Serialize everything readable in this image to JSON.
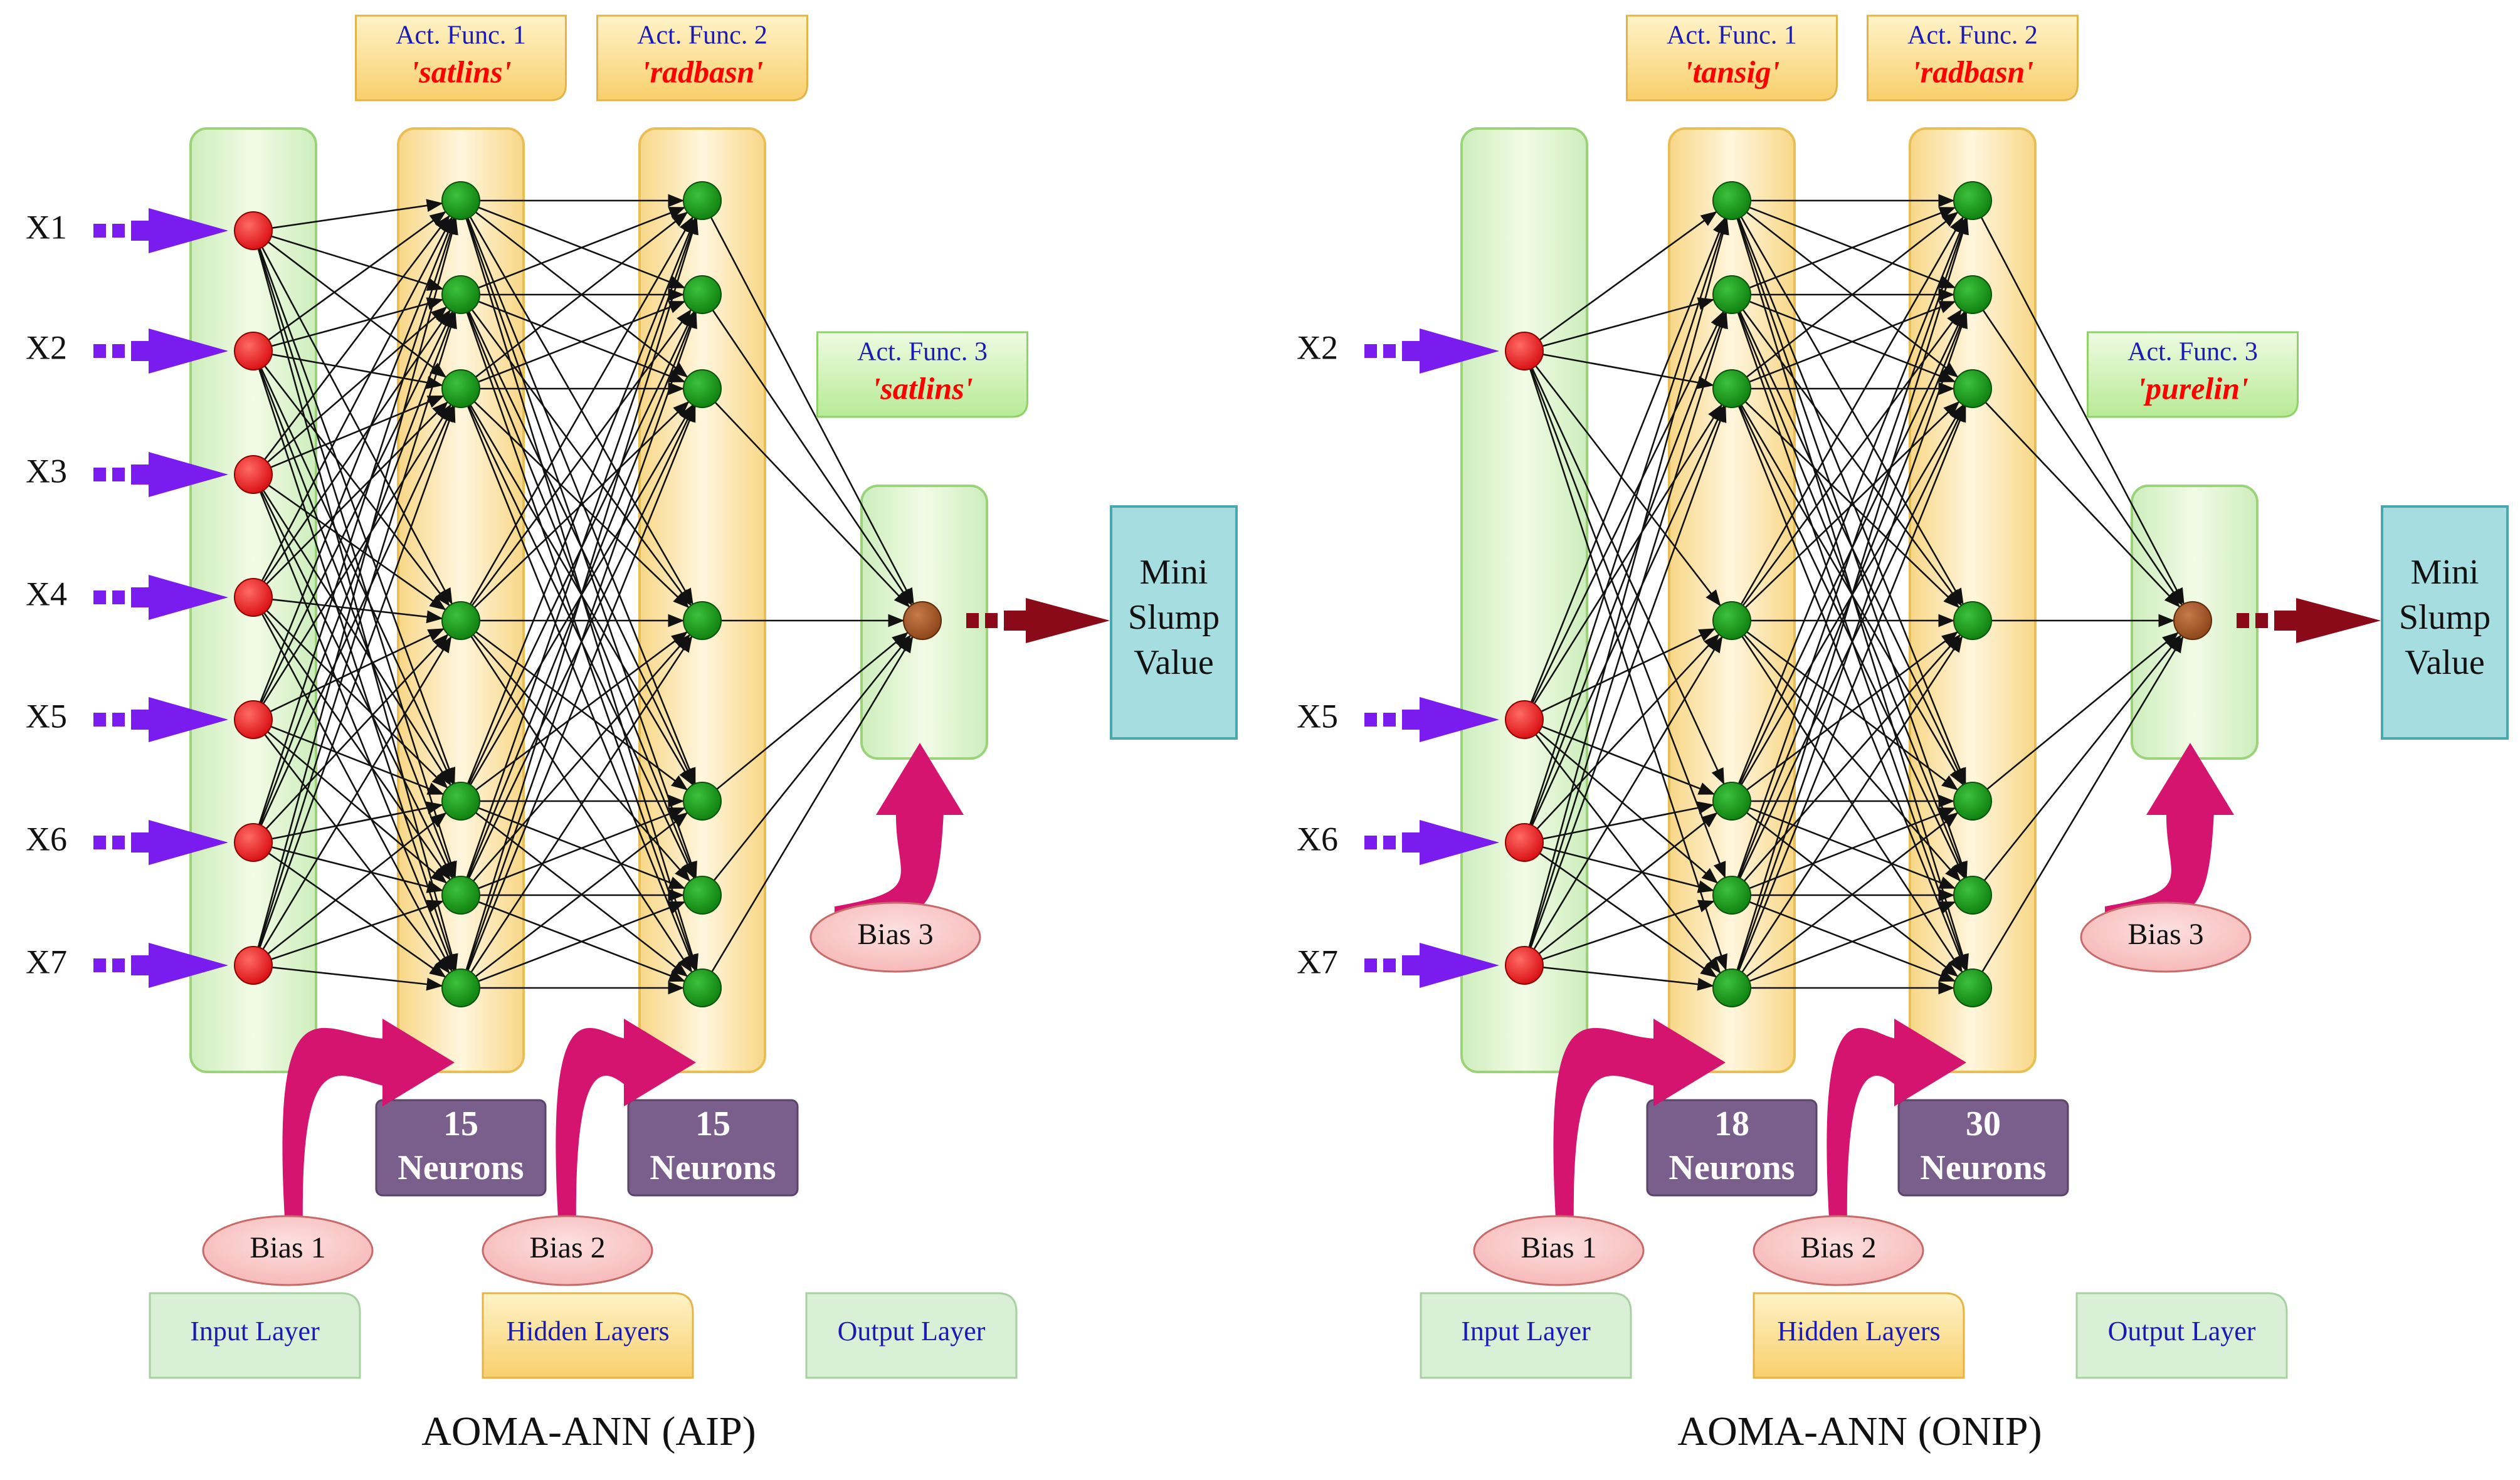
{
  "networks": [
    {
      "id": "aip",
      "caption": "AOMA-ANN (AIP)",
      "inputs": [
        "X1",
        "X2",
        "X3",
        "X4",
        "X5",
        "X6",
        "X7"
      ],
      "act1": {
        "title": "Act. Func. 1",
        "name": "'satlins'"
      },
      "act2": {
        "title": "Act. Func. 2",
        "name": "'radbasn'"
      },
      "act3": {
        "title": "Act. Func. 3",
        "name": "'satlins'"
      },
      "hidden1": {
        "count": "15",
        "unit": "Neurons"
      },
      "hidden2": {
        "count": "15",
        "unit": "Neurons"
      },
      "bias": [
        "Bias 1",
        "Bias 2",
        "Bias 3"
      ],
      "output": [
        "Mini",
        "Slump",
        "Value"
      ],
      "legend": [
        "Input Layer",
        "Hidden Layers",
        "Output Layer"
      ]
    },
    {
      "id": "onip",
      "caption": "AOMA-ANN (ONIP)",
      "inputs": [
        "X2",
        "X5",
        "X6",
        "X7"
      ],
      "act1": {
        "title": "Act. Func. 1",
        "name": "'tansig'"
      },
      "act2": {
        "title": "Act. Func. 2",
        "name": "'radbasn'"
      },
      "act3": {
        "title": "Act. Func. 3",
        "name": "'purelin'"
      },
      "hidden1": {
        "count": "18",
        "unit": "Neurons"
      },
      "hidden2": {
        "count": "30",
        "unit": "Neurons"
      },
      "bias": [
        "Bias 1",
        "Bias 2",
        "Bias 3"
      ],
      "output": [
        "Mini",
        "Slump",
        "Value"
      ],
      "legend": [
        "Input Layer",
        "Hidden Layers",
        "Output Layer"
      ]
    }
  ],
  "colors": {
    "input_node": "#e8141c",
    "hidden_node": "#179a17",
    "output_node": "#a0522d",
    "input_arrow": "#7a1cf0",
    "output_arrow": "#8b0a1a",
    "bias_arrow": "#d4146e",
    "neuron_box": "#7a5f8c",
    "output_box": "#a6dde0",
    "act_red": "#ff0000",
    "label_blue": "#1a1ab4"
  }
}
